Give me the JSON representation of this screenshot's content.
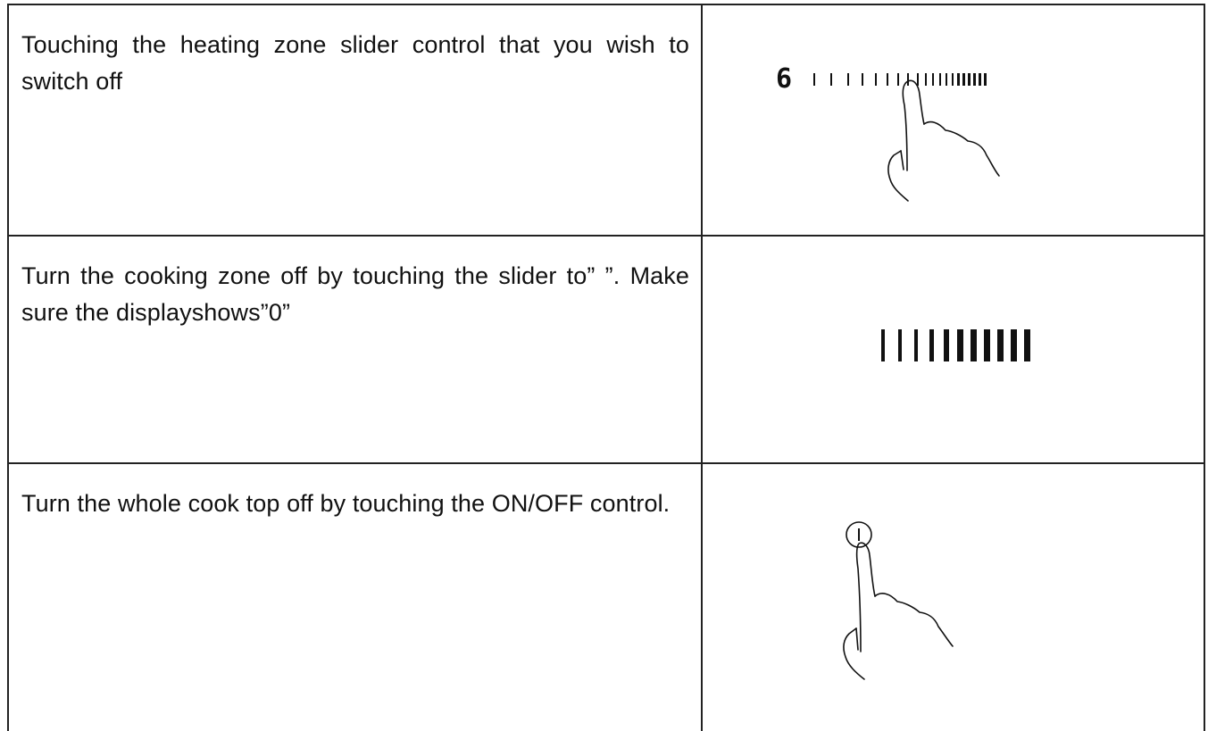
{
  "rows": [
    {
      "instruction": "Touching the heating zone slider control that you wish to switch off",
      "display_digit": "6",
      "figure": "slider-with-finger-touch"
    },
    {
      "instruction": "Turn the cooking zone off by touching the slider to” ”. Make sure the displayshows”0”",
      "figure": "slider-bars"
    },
    {
      "instruction": "Turn the whole cook top off by touching the ON/OFF control.",
      "figure": "on-off-control-finger-touch"
    }
  ],
  "icons": {
    "finger": "pointing-finger-icon",
    "power": "power-button-icon"
  },
  "colors": {
    "ink": "#111111",
    "rule": "#222222",
    "background": "#ffffff"
  }
}
